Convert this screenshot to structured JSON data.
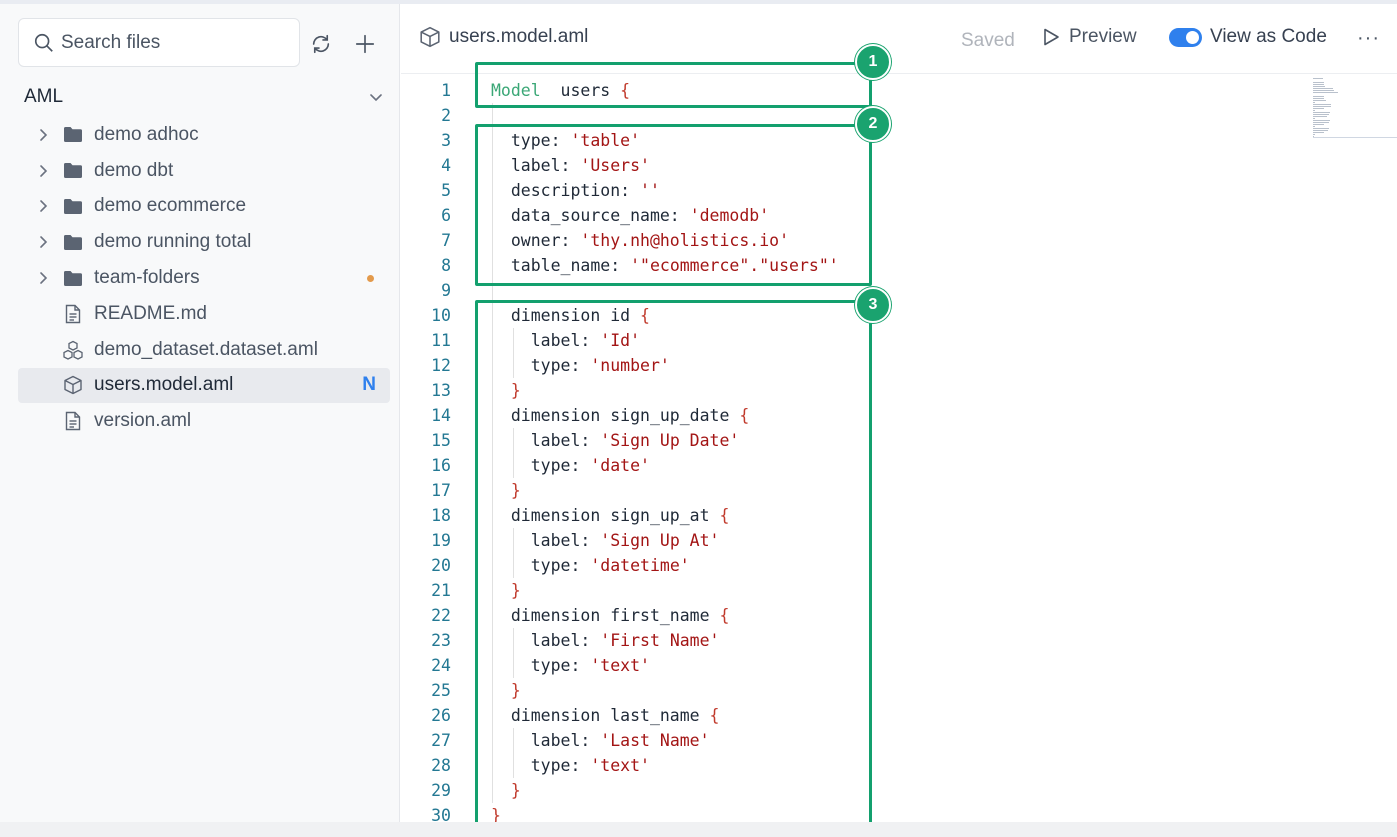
{
  "sidebar": {
    "search": {
      "placeholder": "Search files",
      "value": ""
    },
    "header_label": "AML",
    "items": [
      {
        "label": "demo adhoc",
        "kind": "folder",
        "expandable": true
      },
      {
        "label": "demo dbt",
        "kind": "folder",
        "expandable": true
      },
      {
        "label": "demo ecommerce",
        "kind": "folder",
        "expandable": true
      },
      {
        "label": "demo running total",
        "kind": "folder",
        "expandable": true
      },
      {
        "label": "team-folders",
        "kind": "folder",
        "expandable": true,
        "badge": "dot"
      },
      {
        "label": "README.md",
        "kind": "file"
      },
      {
        "label": "demo_dataset.dataset.aml",
        "kind": "dataset"
      },
      {
        "label": "users.model.aml",
        "kind": "model",
        "active": true,
        "badge": "N"
      },
      {
        "label": "version.aml",
        "kind": "file"
      }
    ]
  },
  "editor": {
    "file_name": "users.model.aml",
    "status": "Saved",
    "preview_label": "Preview",
    "view_as_code_label": "View as Code",
    "view_as_code_on": true,
    "more_label": "···"
  },
  "code_lines": [
    {
      "n": "1",
      "t": [
        [
          "kw-model",
          "Model"
        ],
        [
          "",
          "  users "
        ],
        [
          "brace",
          "{"
        ]
      ]
    },
    {
      "n": "2",
      "t": []
    },
    {
      "n": "3",
      "t": [
        [
          "",
          "  type: "
        ],
        [
          "str",
          "'table'"
        ]
      ]
    },
    {
      "n": "4",
      "t": [
        [
          "",
          "  label: "
        ],
        [
          "str",
          "'Users'"
        ]
      ]
    },
    {
      "n": "5",
      "t": [
        [
          "",
          "  description: "
        ],
        [
          "str",
          "''"
        ]
      ]
    },
    {
      "n": "6",
      "t": [
        [
          "",
          "  data_source_name: "
        ],
        [
          "str",
          "'demodb'"
        ]
      ]
    },
    {
      "n": "7",
      "t": [
        [
          "",
          "  owner: "
        ],
        [
          "str",
          "'thy.nh@holistics.io'"
        ]
      ]
    },
    {
      "n": "8",
      "t": [
        [
          "",
          "  table_name: "
        ],
        [
          "str",
          "'\"ecommerce\".\"users\"'"
        ]
      ]
    },
    {
      "n": "9",
      "t": []
    },
    {
      "n": "10",
      "t": [
        [
          "",
          "  dimension id "
        ],
        [
          "brace",
          "{"
        ]
      ]
    },
    {
      "n": "11",
      "t": [
        [
          "",
          "    label: "
        ],
        [
          "str",
          "'Id'"
        ]
      ]
    },
    {
      "n": "12",
      "t": [
        [
          "",
          "    type: "
        ],
        [
          "str",
          "'number'"
        ]
      ]
    },
    {
      "n": "13",
      "t": [
        [
          "",
          "  "
        ],
        [
          "brace",
          "}"
        ]
      ]
    },
    {
      "n": "14",
      "t": [
        [
          "",
          "  dimension sign_up_date "
        ],
        [
          "brace",
          "{"
        ]
      ]
    },
    {
      "n": "15",
      "t": [
        [
          "",
          "    label: "
        ],
        [
          "str",
          "'Sign Up Date'"
        ]
      ]
    },
    {
      "n": "16",
      "t": [
        [
          "",
          "    type: "
        ],
        [
          "str",
          "'date'"
        ]
      ]
    },
    {
      "n": "17",
      "t": [
        [
          "",
          "  "
        ],
        [
          "brace",
          "}"
        ]
      ]
    },
    {
      "n": "18",
      "t": [
        [
          "",
          "  dimension sign_up_at "
        ],
        [
          "brace",
          "{"
        ]
      ]
    },
    {
      "n": "19",
      "t": [
        [
          "",
          "    label: "
        ],
        [
          "str",
          "'Sign Up At'"
        ]
      ]
    },
    {
      "n": "20",
      "t": [
        [
          "",
          "    type: "
        ],
        [
          "str",
          "'datetime'"
        ]
      ]
    },
    {
      "n": "21",
      "t": [
        [
          "",
          "  "
        ],
        [
          "brace",
          "}"
        ]
      ]
    },
    {
      "n": "22",
      "t": [
        [
          "",
          "  dimension first_name "
        ],
        [
          "brace",
          "{"
        ]
      ]
    },
    {
      "n": "23",
      "t": [
        [
          "",
          "    label: "
        ],
        [
          "str",
          "'First Name'"
        ]
      ]
    },
    {
      "n": "24",
      "t": [
        [
          "",
          "    type: "
        ],
        [
          "str",
          "'text'"
        ]
      ]
    },
    {
      "n": "25",
      "t": [
        [
          "",
          "  "
        ],
        [
          "brace",
          "}"
        ]
      ]
    },
    {
      "n": "26",
      "t": [
        [
          "",
          "  dimension last_name "
        ],
        [
          "brace",
          "{"
        ]
      ]
    },
    {
      "n": "27",
      "t": [
        [
          "",
          "    label: "
        ],
        [
          "str",
          "'Last Name'"
        ]
      ]
    },
    {
      "n": "28",
      "t": [
        [
          "",
          "    type: "
        ],
        [
          "str",
          "'text'"
        ]
      ]
    },
    {
      "n": "29",
      "t": [
        [
          "",
          "  "
        ],
        [
          "brace",
          "}"
        ]
      ]
    },
    {
      "n": "30",
      "t": [
        [
          "brace",
          "}"
        ]
      ]
    }
  ],
  "annotations": [
    {
      "number": "1"
    },
    {
      "number": "2"
    },
    {
      "number": "3"
    }
  ],
  "colors": {
    "accent": "#2f80ed",
    "annotation": "#13a06e",
    "string": "#a31515",
    "keyword": "#3aa776",
    "line_number": "#237893"
  }
}
